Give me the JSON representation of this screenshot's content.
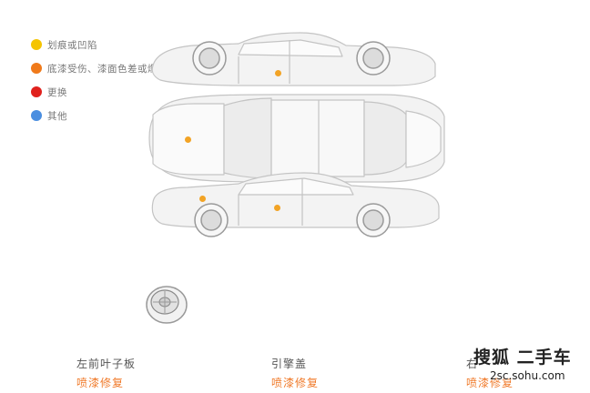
{
  "legend": {
    "items": [
      {
        "label": "划痕或凹陷",
        "color": "#f5c400"
      },
      {
        "label": "底漆受伤、漆面色差或爆裂、锈蚀",
        "color": "#f07a1a"
      },
      {
        "label": "更换",
        "color": "#e0211d"
      },
      {
        "label": "其他",
        "color": "#4a8ee0"
      }
    ]
  },
  "damage_marker_color": "#f2a325",
  "parts": [
    {
      "name": "左前叶子板",
      "status": "喷漆修复"
    },
    {
      "name": "引擎盖",
      "status": "喷漆修复"
    },
    {
      "name": "右",
      "status": "喷漆修复"
    }
  ],
  "brand": {
    "name": "搜狐 二手车",
    "url": "2sc.sohu.com"
  }
}
